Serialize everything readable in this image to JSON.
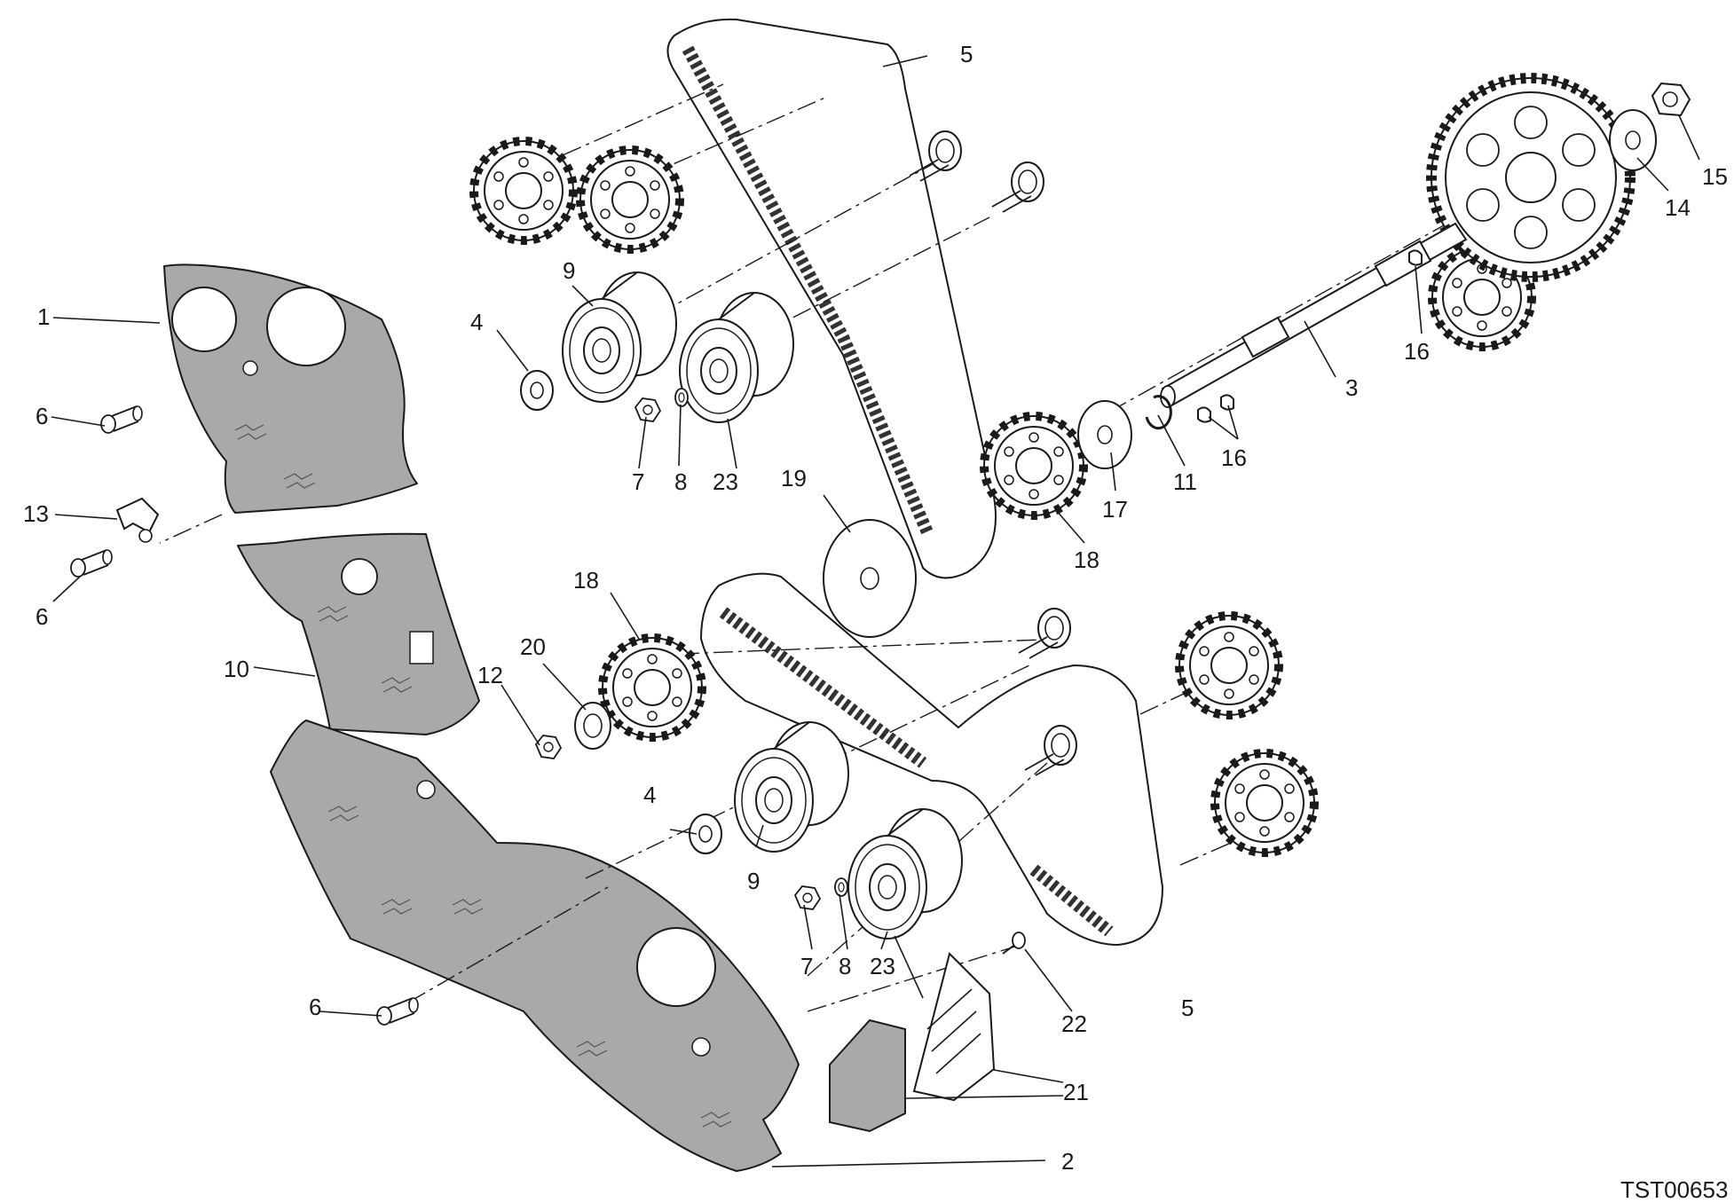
{
  "drawing_code": "TST00653",
  "callouts": [
    {
      "id": "c1",
      "text": "1"
    },
    {
      "id": "c2",
      "text": "2"
    },
    {
      "id": "c3",
      "text": "3"
    },
    {
      "id": "c4a",
      "text": "4"
    },
    {
      "id": "c4b",
      "text": "4"
    },
    {
      "id": "c5a",
      "text": "5"
    },
    {
      "id": "c5b",
      "text": "5"
    },
    {
      "id": "c6a",
      "text": "6"
    },
    {
      "id": "c6b",
      "text": "6"
    },
    {
      "id": "c6c",
      "text": "6"
    },
    {
      "id": "c7a",
      "text": "7"
    },
    {
      "id": "c7b",
      "text": "7"
    },
    {
      "id": "c8a",
      "text": "8"
    },
    {
      "id": "c8b",
      "text": "8"
    },
    {
      "id": "c9a",
      "text": "9"
    },
    {
      "id": "c9b",
      "text": "9"
    },
    {
      "id": "c10",
      "text": "10"
    },
    {
      "id": "c11",
      "text": "11"
    },
    {
      "id": "c12",
      "text": "12"
    },
    {
      "id": "c13",
      "text": "13"
    },
    {
      "id": "c14",
      "text": "14"
    },
    {
      "id": "c15",
      "text": "15"
    },
    {
      "id": "c16a",
      "text": "16"
    },
    {
      "id": "c16b",
      "text": "16"
    },
    {
      "id": "c17",
      "text": "17"
    },
    {
      "id": "c18a",
      "text": "18"
    },
    {
      "id": "c18b",
      "text": "18"
    },
    {
      "id": "c19",
      "text": "19"
    },
    {
      "id": "c20",
      "text": "20"
    },
    {
      "id": "c21",
      "text": "21"
    },
    {
      "id": "c22",
      "text": "22"
    },
    {
      "id": "c23a",
      "text": "23"
    },
    {
      "id": "c23b",
      "text": "23"
    }
  ],
  "colors": {
    "cover_fill": "#a9a9ab",
    "line": "#1a1a1a",
    "background": "#ffffff"
  }
}
